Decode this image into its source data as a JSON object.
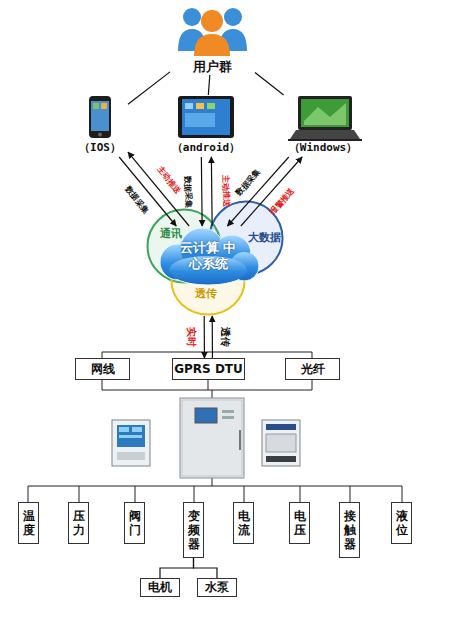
{
  "diagram": {
    "nodes": [
      {
        "text": [
          "用户群"
        ]
      },
      {
        "text": [
          "（IOS）"
        ]
      },
      {
        "text": [
          "（android）"
        ]
      },
      {
        "text": [
          "（Windows）"
        ]
      },
      {
        "text": [
          "通讯"
        ]
      },
      {
        "text": [
          "大数据"
        ]
      },
      {
        "text": [
          "云计算 中心系统"
        ]
      },
      {
        "text": [
          "透传"
        ]
      },
      {
        "text": [
          "网线"
        ]
      },
      {
        "text": [
          "GPRS DTU"
        ]
      },
      {
        "text": [
          "光纤"
        ]
      },
      {
        "text": [
          "温度"
        ]
      },
      {
        "text": [
          "压力"
        ]
      },
      {
        "text": [
          "阀门"
        ]
      },
      {
        "text": [
          "变频器"
        ]
      },
      {
        "text": [
          "电流"
        ]
      },
      {
        "text": [
          "电压"
        ]
      },
      {
        "text": [
          "接触器"
        ]
      },
      {
        "text": [
          "液位"
        ]
      },
      {
        "text": [
          "电机"
        ]
      },
      {
        "text": [
          "水泵"
        ]
      }
    ],
    "edges": [
      {
        "from": 0,
        "to": 1,
        "arrow": "none"
      },
      {
        "from": 0,
        "to": 2,
        "arrow": "none"
      },
      {
        "from": 0,
        "to": 3,
        "arrow": "none"
      },
      {
        "from": 1,
        "to": 6,
        "label": "数据采集",
        "arrow": "to"
      },
      {
        "from": 6,
        "to": 1,
        "label": "主动推送",
        "arrow": "to"
      },
      {
        "from": 2,
        "to": 6,
        "label": "数据采集",
        "arrow": "to"
      },
      {
        "from": 6,
        "to": 2,
        "label": "主动推送",
        "arrow": "to"
      },
      {
        "from": 3,
        "to": 6,
        "label": "数据采集",
        "arrow": "to"
      },
      {
        "from": 6,
        "to": 3,
        "label": "报警推送",
        "arrow": "to"
      },
      {
        "from": 7,
        "to": 9,
        "label": "实时",
        "arrow": "to"
      },
      {
        "from": 9,
        "to": 7,
        "label": "透传",
        "arrow": "to"
      },
      {
        "from": 14,
        "to": 19,
        "arrow": "none"
      },
      {
        "from": 14,
        "to": 20,
        "arrow": "none"
      }
    ]
  }
}
